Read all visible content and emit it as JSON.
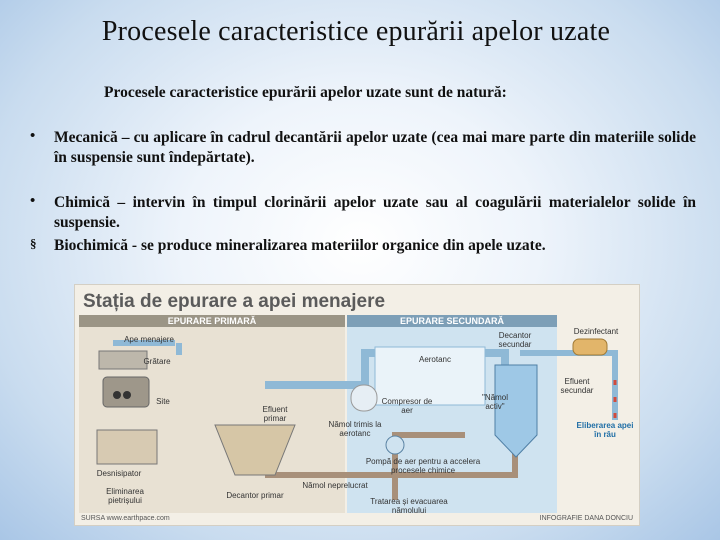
{
  "slide": {
    "title": "Procesele caracteristice epurării apelor uzate",
    "intro": "Procesele caracteristice epurării apelor uzate sunt de natură:",
    "items": [
      {
        "marker": "•",
        "text": "Mecanică – cu aplicare în cadrul decantării apelor uzate (cea mai mare parte din materiile solide în suspensie sunt îndepărtate)."
      },
      {
        "marker": "•",
        "text": "Chimică – intervin în timpul clorinării apelor uzate sau al coagulării materialelor solide în suspensie."
      },
      {
        "marker": "§",
        "text": "Biochimică - se produce mineralizarea materiilor organice din apele uzate."
      }
    ]
  },
  "figure": {
    "title": "Stația de epurare a apei menajere",
    "primary_header": "EPURARE PRIMARĂ",
    "secondary_header": "EPURARE SECUNDARĂ",
    "labels": {
      "ape_menajere": "Ape menajere",
      "gratare": "Grătare",
      "site": "Site",
      "efluent_primar": "Efluent primar",
      "decantor_primar": "Decantor primar",
      "desnisipator": "Desnisipator",
      "eliminarea": "Eliminarea pietrișului",
      "namol_neprelucrat": "Nămol neprelucrat",
      "aerotanc": "Aerotanc",
      "compresor": "Compresor de aer",
      "namol_trimis": "Nămol trimis la aerotanc",
      "namol_activ": "\"Nămol activ\"",
      "pompa": "Pompă de aer pentru a accelera procesele chimice",
      "tratarea": "Tratarea și evacuarea nămolului",
      "decantor_secundar": "Decantor secundar",
      "dezinfectant": "Dezinfectant",
      "efluent_secundar": "Efluent secundar",
      "eliberarea": "Eliberarea apei în râu"
    },
    "source": "SURSA www.earthpace.com",
    "credit": "INFOGRAFIE DANA DONCIU"
  }
}
